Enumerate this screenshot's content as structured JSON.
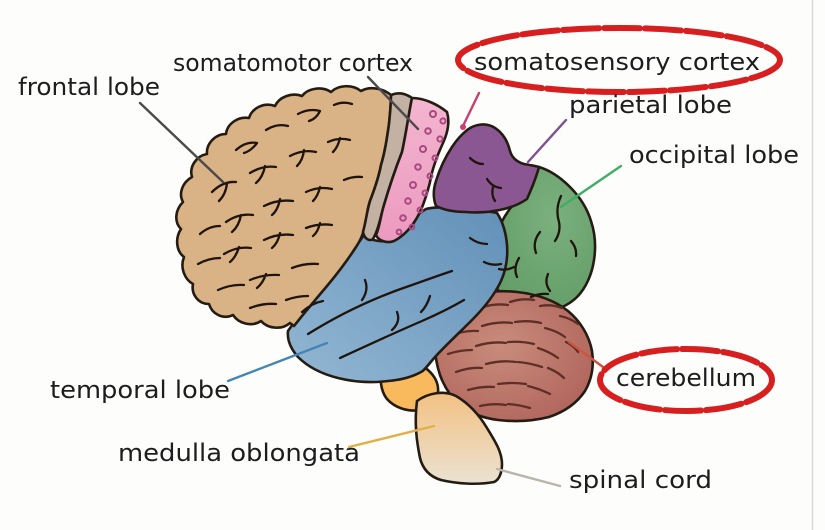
{
  "diagram": {
    "subject": "human brain lateral view with labeled regions",
    "highlighted_terms": [
      "somatosensory cortex",
      "cerebellum"
    ]
  },
  "labels": {
    "frontal": {
      "text": "frontal lobe",
      "line_color": "#4a4a4a",
      "circled": false
    },
    "somatomotor": {
      "text": "somatomotor cortex",
      "line_color": "#4a4a4a",
      "circled": false
    },
    "somatosensory": {
      "text": "somatosensory cortex",
      "line_color": "#c93f6e",
      "circled": true
    },
    "parietal": {
      "text": "parietal lobe",
      "line_color": "#7e4f91",
      "circled": false
    },
    "occipital": {
      "text": "occipital lobe",
      "line_color": "#3fae63",
      "circled": false
    },
    "temporal": {
      "text": "temporal lobe",
      "line_color": "#4585b5",
      "circled": false
    },
    "medulla": {
      "text": "medulla oblongata",
      "line_color": "#e5ae45",
      "circled": false
    },
    "cerebellum": {
      "text": "cerebellum",
      "line_color": "#cc5540",
      "circled": true
    },
    "spinal": {
      "text": "spinal cord",
      "line_color": "#b9b5ad",
      "circled": false
    }
  },
  "regions": {
    "frontal_lobe": {
      "name": "frontal lobe",
      "color": "#d9b286"
    },
    "somatomotor_cortex": {
      "name": "somatomotor cortex",
      "color": "#c3b1a3"
    },
    "somatosensory_cortex": {
      "name": "somatosensory cortex",
      "color_top": "#f3b5cf",
      "color_bottom": "#ec9abf",
      "dot_color": "#a8497f"
    },
    "parietal_lobe": {
      "name": "parietal lobe",
      "color": "#8b5792"
    },
    "occipital_lobe": {
      "name": "occipital lobe",
      "color_inner": "#7bb07e",
      "color_outer": "#5f9a64"
    },
    "temporal_lobe": {
      "name": "temporal lobe",
      "color_light": "#93b7d3",
      "color_dark": "#6290b8"
    },
    "cerebellum": {
      "name": "cerebellum",
      "color_inner": "#c88c7c",
      "color_outer": "#ae6058"
    },
    "medulla_oblongata": {
      "name": "medulla oblongata",
      "color": "#f8ba5c"
    },
    "spinal_cord": {
      "name": "spinal cord",
      "color_top": "#f2c183",
      "color_bottom": "#ebe2d2"
    }
  },
  "annotations": {
    "highlight_color": "#d81f1f",
    "text_color": "#1d1d1d",
    "outline_color": "#241c13",
    "sulci_color": "#1f150d",
    "cerebellum_striation_color": "#5e2f26",
    "frame_line_color": "#d9d9d4"
  }
}
